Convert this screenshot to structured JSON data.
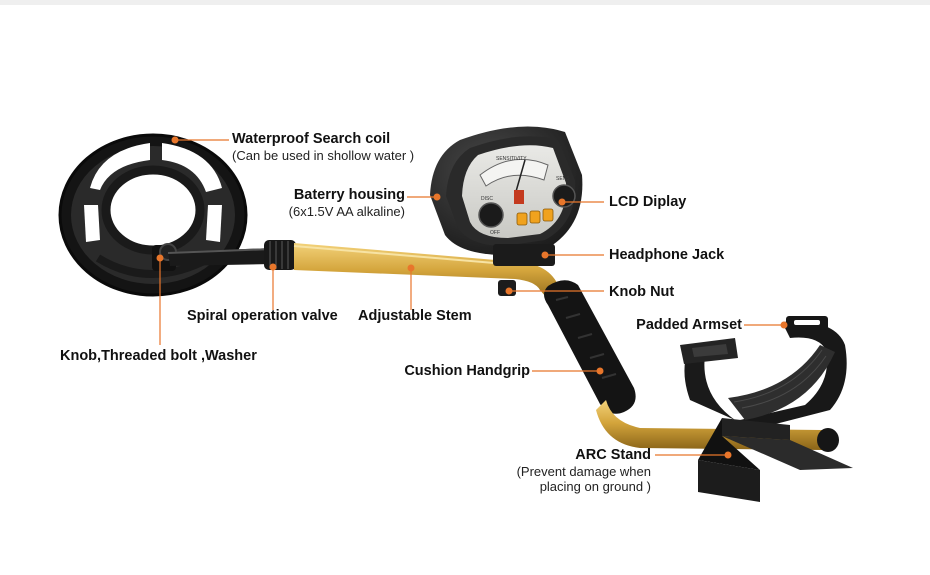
{
  "labels": {
    "search_coil": {
      "title": "Waterproof Search coil",
      "sub": "(Can be used in shollow water )"
    },
    "battery": {
      "title": "Baterry housing",
      "sub": "(6x1.5V AA alkaline)"
    },
    "lcd": {
      "title": "LCD Diplay"
    },
    "headphone": {
      "title": "Headphone Jack"
    },
    "knob_nut": {
      "title": "Knob Nut"
    },
    "padded_armset": {
      "title": "Padded Armset"
    },
    "spiral_valve": {
      "title": "Spiral operation valve"
    },
    "stem": {
      "title": "Adjustable Stem"
    },
    "knob_bolt": {
      "title": "Knob,Threaded bolt ,Washer"
    },
    "handgrip": {
      "title": "Cushion Handgrip"
    },
    "arc_stand": {
      "title": "ARC Stand",
      "sub1": "(Prevent damage when",
      "sub2": "placing on ground )"
    }
  },
  "control_box": {
    "meter_label": "SENSITIVITY",
    "sens_label": "SENS",
    "disc_label": "DISC",
    "off_label": "OFF"
  },
  "colors": {
    "leader": "#e8762b",
    "stem": "#c9962e",
    "body": "#1e1e1e"
  }
}
